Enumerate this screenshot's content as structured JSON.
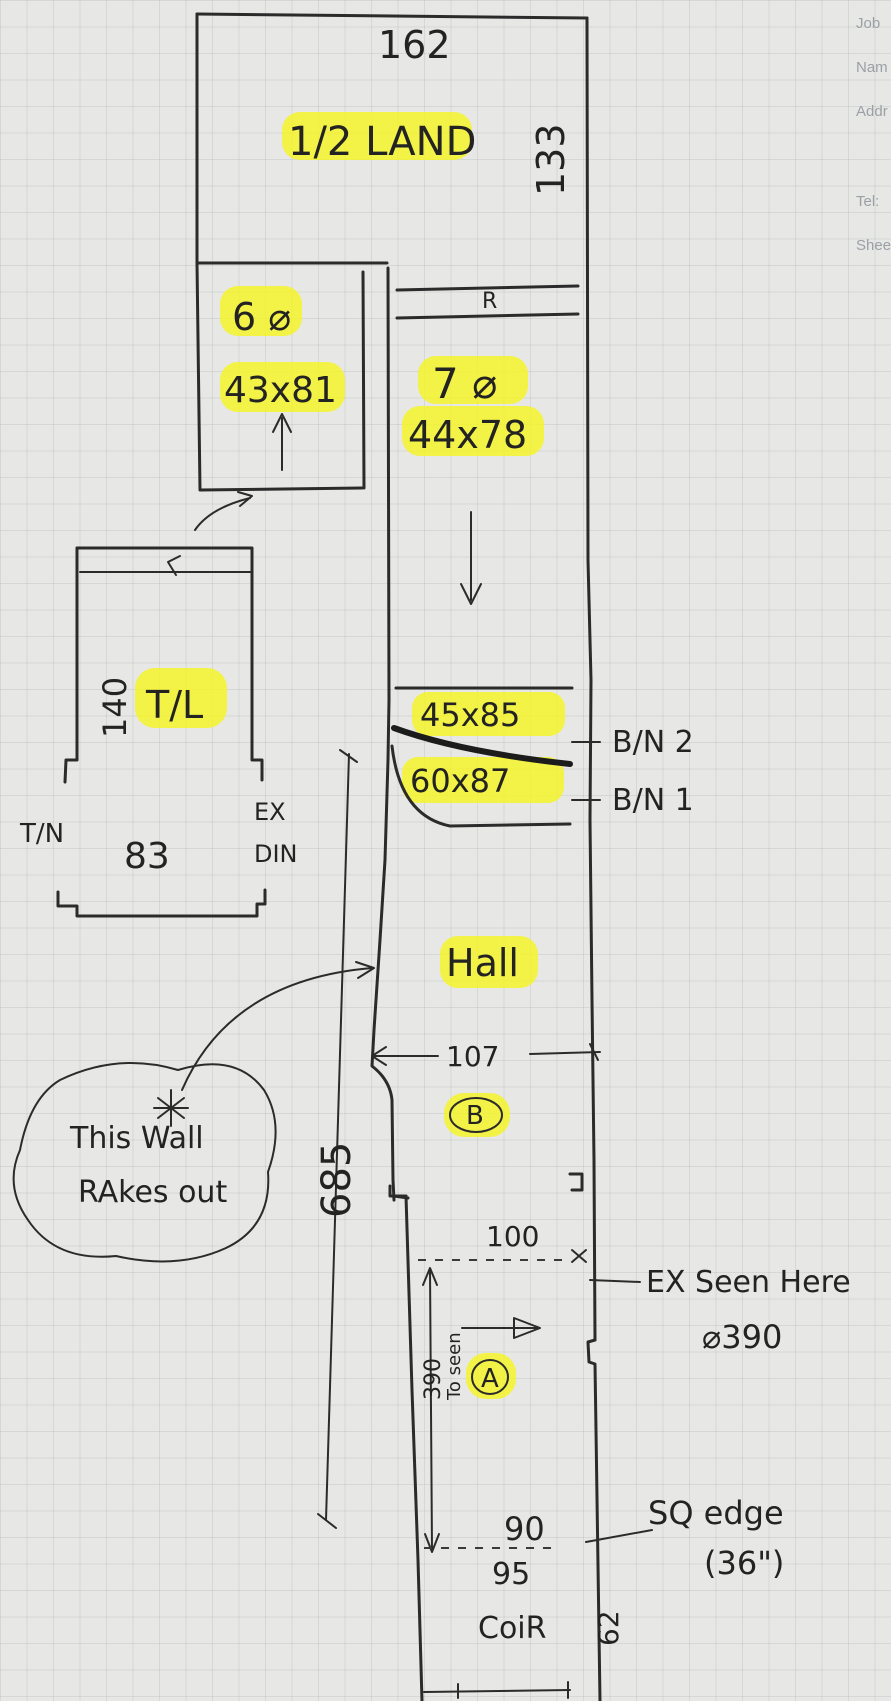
{
  "labels": {
    "half_land": "1/2 LAND",
    "top_width": "162",
    "top_height": "133",
    "r_mark": "R",
    "flight6_step": "6 ⌀",
    "flight6_size": "43x81",
    "flight7_step": "7 ⌀",
    "flight7_size": "44x78",
    "tl": "T/L",
    "tl_len": "140",
    "tl_width": "83",
    "tn_left": "T/N",
    "ex_din_1": "EX",
    "ex_din_2": "DIN",
    "bin2_size": "45x85",
    "bin2": "B/N 2",
    "bin1_size": "60x87",
    "bin1": "B/N 1",
    "hall": "Hall",
    "hall_width": "107",
    "b_mark": "B",
    "overall_len": "685",
    "note_1": "This Wall",
    "note_2": "RAkes out",
    "w100": "100",
    "ex_seen_1": "EX Seen Here",
    "ex_seen_2": "⌀390",
    "to_seen_1": "390",
    "to_seen_2": "To seen",
    "a_mark": "A",
    "w90": "90",
    "w95": "95",
    "coir": "CoiR",
    "sq_edge_1": "SQ edge",
    "sq_edge_2": "(36\")",
    "end_62": "62"
  },
  "margin_text": [
    "Job",
    "Nam",
    "Addr",
    "Tel:",
    "Shee"
  ]
}
